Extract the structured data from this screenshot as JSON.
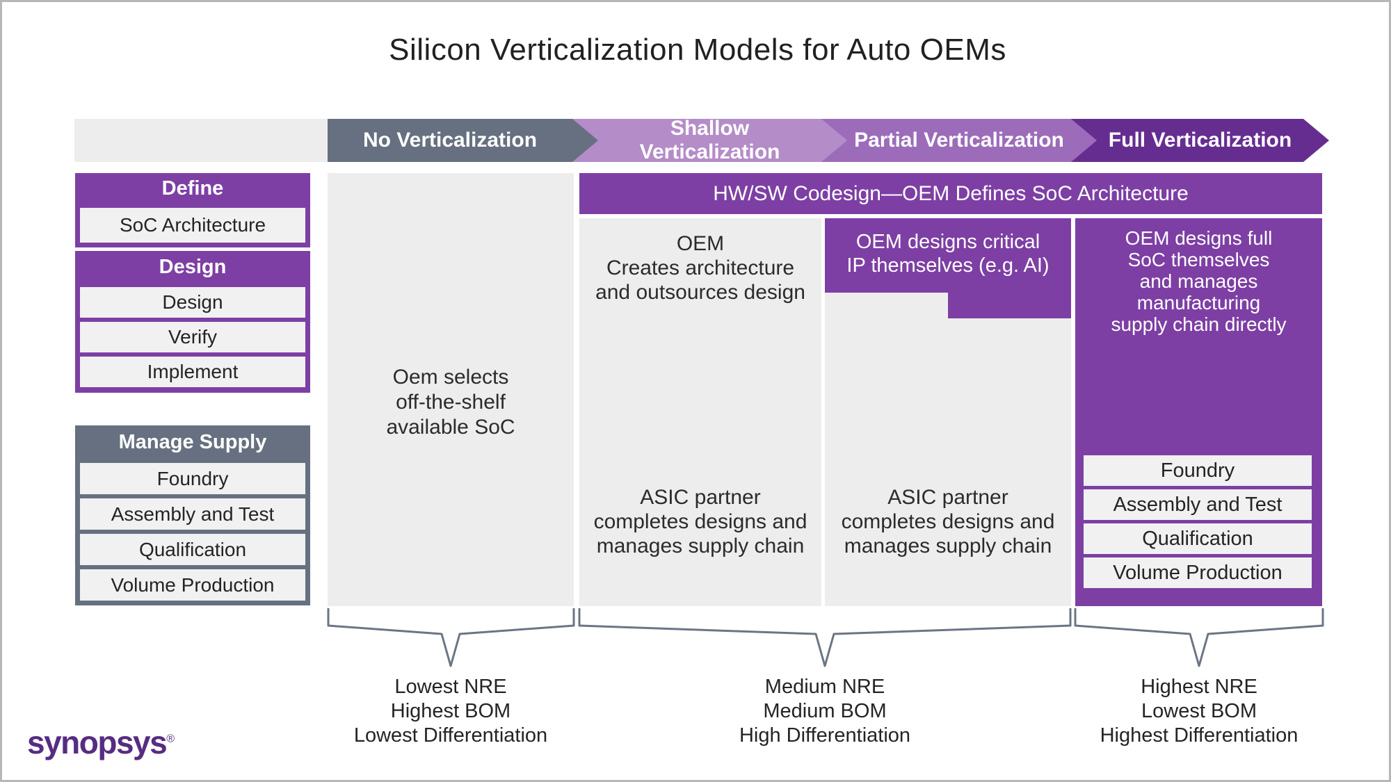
{
  "title": "Silicon Verticalization Models for Auto OEMs",
  "colors": {
    "main_purple": "#7d3fa4",
    "dark_purple": "#662d91",
    "partial_purple": "#9c6cba",
    "shallow_purple": "#b48cc8",
    "slate": "#667080",
    "column_gray": "#ededed",
    "row_gray": "#f1f1f1",
    "brace_stroke": "#6b7584",
    "logo_purple": "#572c82"
  },
  "stages": [
    {
      "label": "No Verticalization",
      "color": "#667080"
    },
    {
      "label": "Shallow Verticalization",
      "color": "#b48cc8"
    },
    {
      "label": "Partial Verticalization",
      "color": "#9c6cba"
    },
    {
      "label": "Full Verticalization",
      "color": "#662d91"
    }
  ],
  "sidebar": {
    "define": {
      "header": "Define",
      "rows": [
        "SoC Architecture"
      ]
    },
    "design": {
      "header": "Design",
      "rows": [
        "Design",
        "Verify",
        "Implement"
      ]
    },
    "manage_supply": {
      "header": "Manage Supply",
      "rows": [
        "Foundry",
        "Assembly and Test",
        "Qualification",
        "Volume Production"
      ]
    }
  },
  "banner": "HW/SW Codesign—OEM Defines SoC Architecture",
  "columns": {
    "no_verticalization": {
      "body": "Oem selects\noff-the-shelf\navailable SoC"
    },
    "shallow": {
      "top": "OEM\nCreates architecture\nand outsources design",
      "bottom": "ASIC partner\ncompletes designs and\nmanages supply chain"
    },
    "partial": {
      "box": "OEM designs critical\nIP themselves (e.g. AI)",
      "bottom": "ASIC partner\ncompletes designs and\nmanages supply chain"
    },
    "full": {
      "box": "OEM designs full\nSoC themselves\nand manages\nmanufacturing\nsupply chain directly",
      "rows": [
        "Foundry",
        "Assembly and Test",
        "Qualification",
        "Volume Production"
      ]
    }
  },
  "summaries": [
    "Lowest NRE\nHighest BOM\nLowest Differentiation",
    "Medium NRE\nMedium BOM\nHigh Differentiation",
    "Highest NRE\nLowest BOM\nHighest Differentiation"
  ],
  "logo": {
    "text": "synopsys",
    "registered": "®"
  }
}
